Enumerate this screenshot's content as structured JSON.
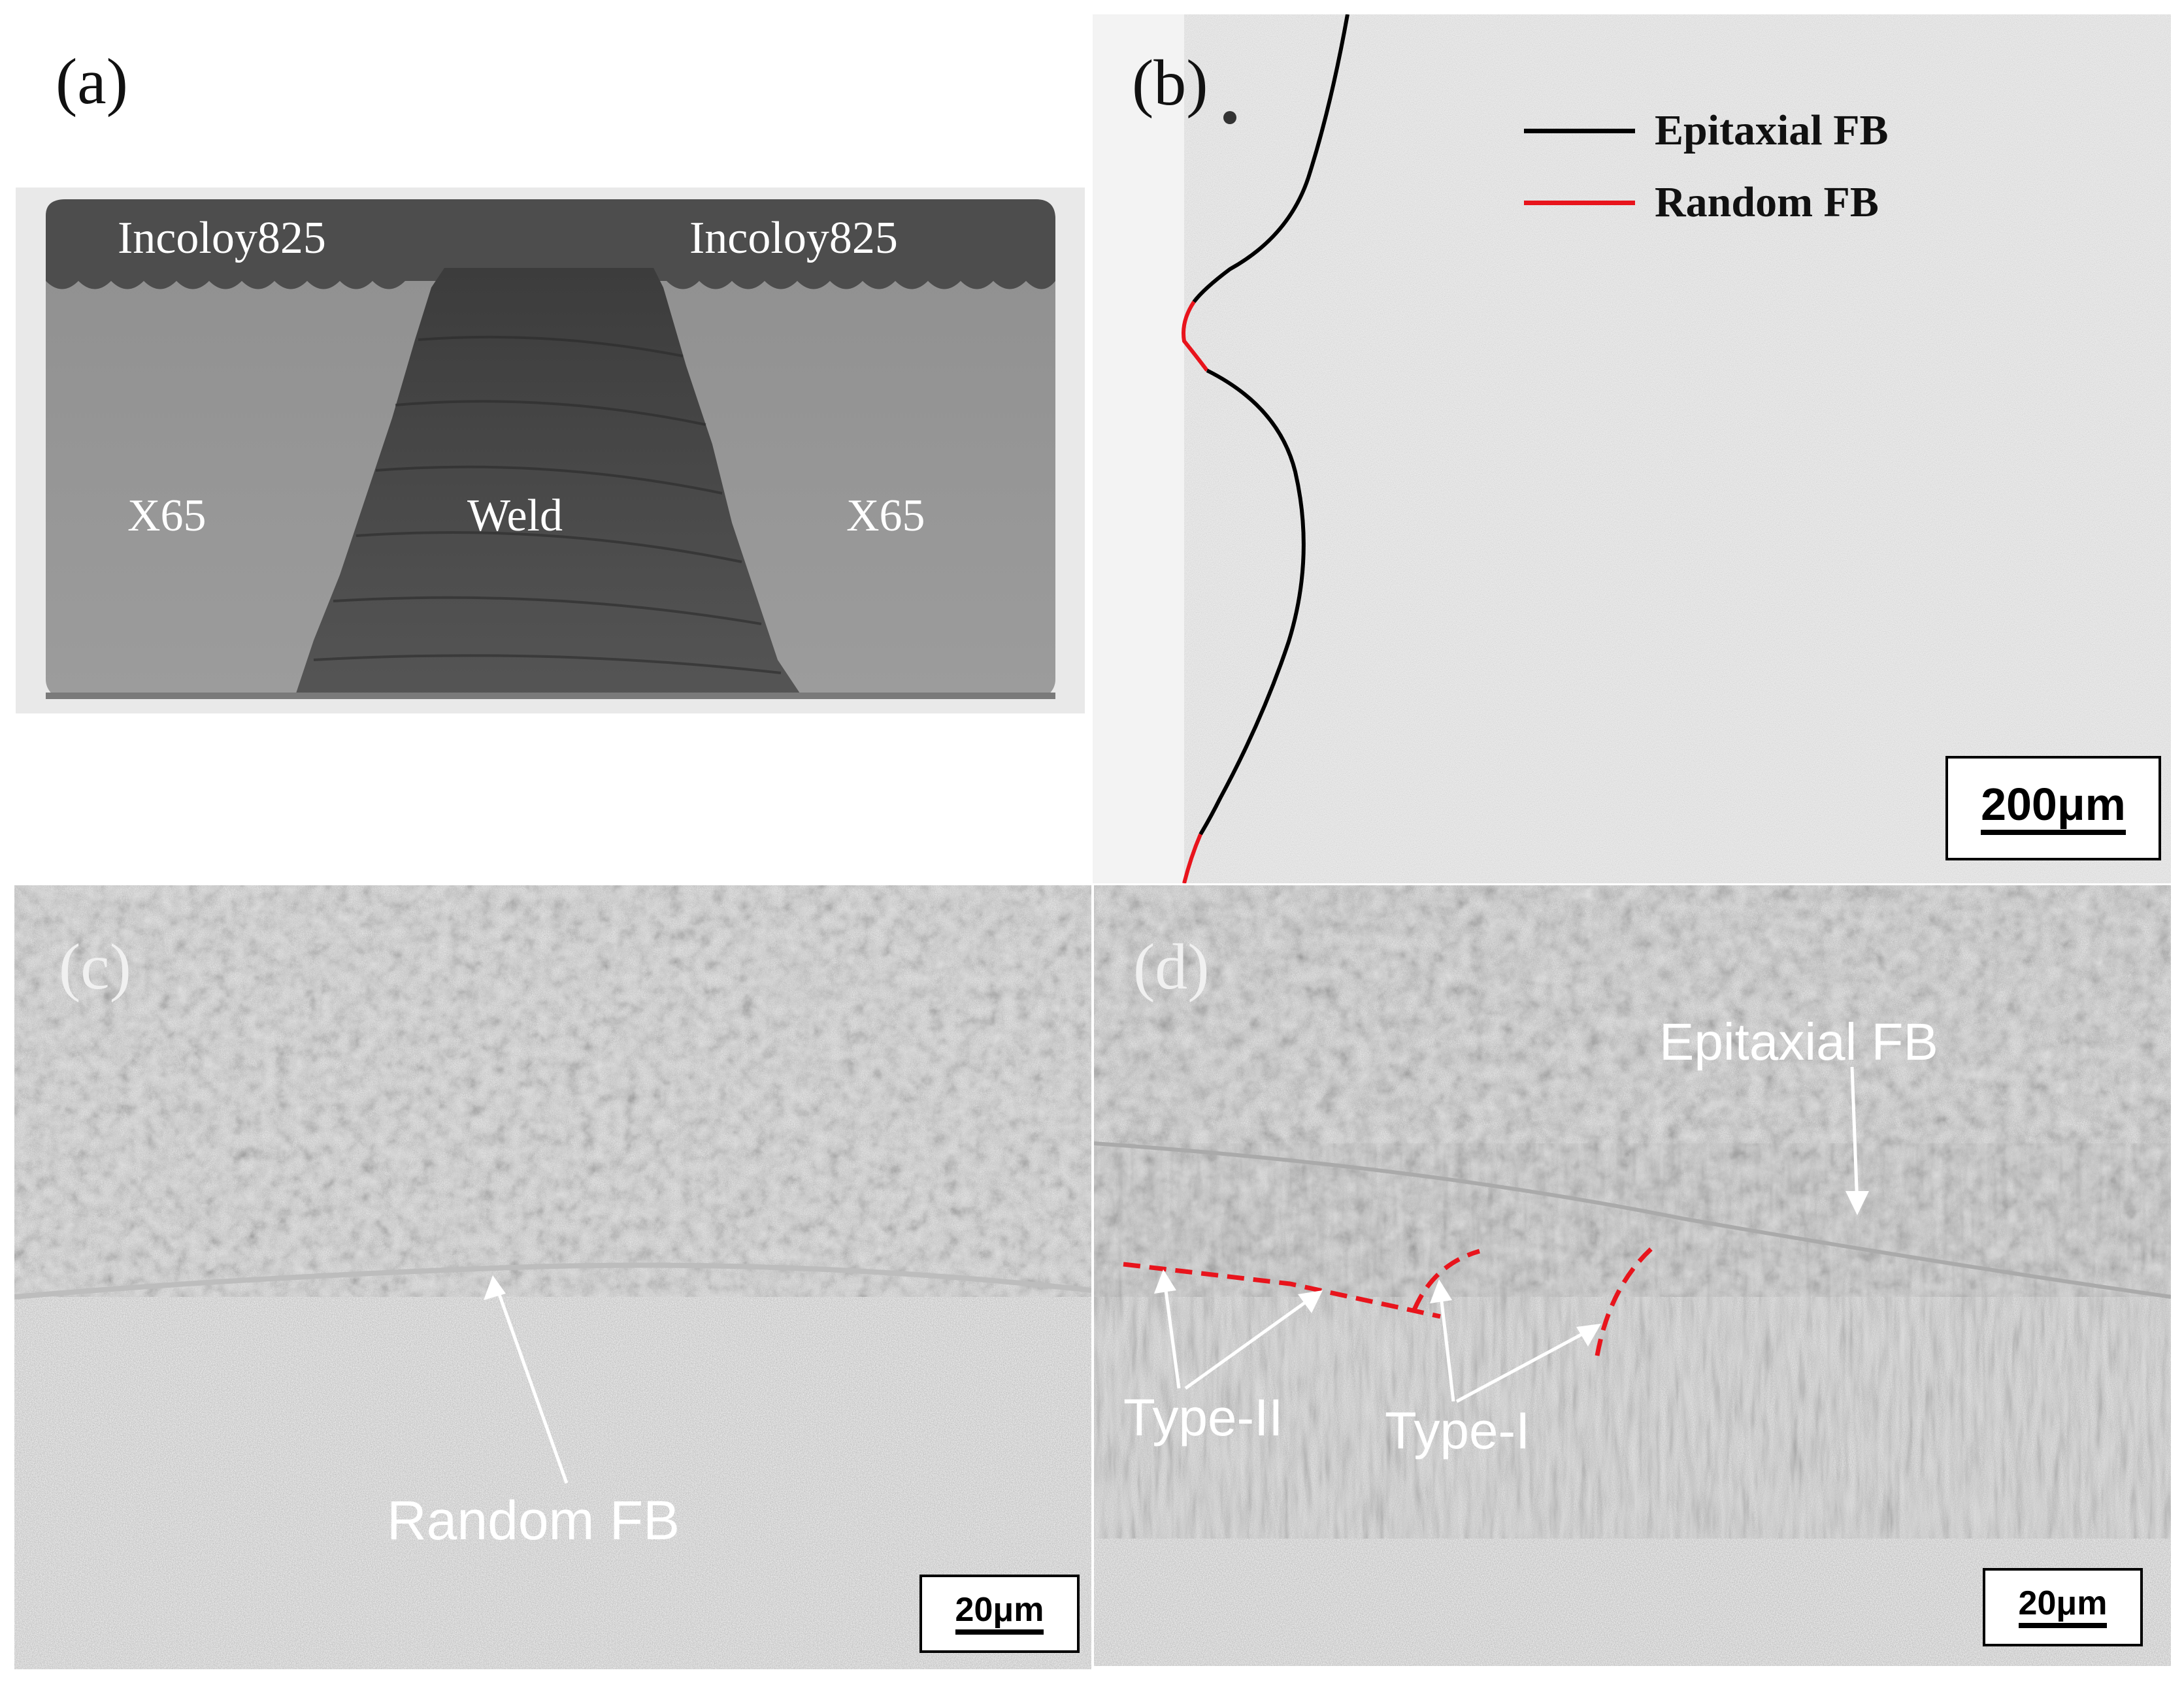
{
  "panel_a": {
    "label": "(a)",
    "regions": {
      "clad_left": "Incoloy825",
      "clad_right": "Incoloy825",
      "base_left": "X65",
      "weld": "Weld",
      "base_right": "X65"
    }
  },
  "panel_b": {
    "label": "(b)",
    "legend": [
      {
        "label": "Epitaxial FB",
        "color": "#000000"
      },
      {
        "label": "Random FB",
        "color": "#e8141c"
      }
    ],
    "scale_bar": "200μm"
  },
  "panel_c": {
    "label": "(c)",
    "annotation": "Random FB",
    "scale_bar": "20μm"
  },
  "panel_d": {
    "label": "(d)",
    "annotations": {
      "epitaxial": "Epitaxial FB",
      "type_ii": "Type-II",
      "type_i": "Type-I"
    },
    "scale_bar": "20μm"
  },
  "colors": {
    "epitaxial_boundary": "#000000",
    "random_boundary": "#e8141c",
    "annotation_text": "#ffffff"
  }
}
